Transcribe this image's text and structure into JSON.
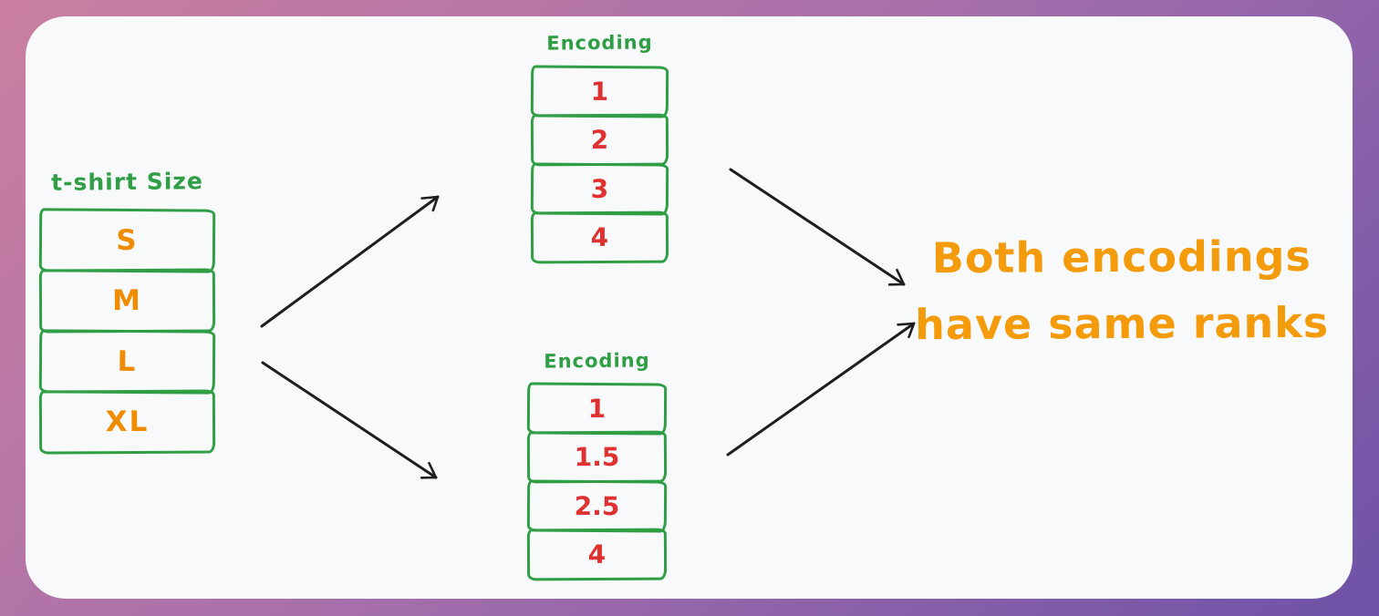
{
  "diagram": {
    "source_stack": {
      "title": "t-shirt Size",
      "items": [
        "S",
        "M",
        "L",
        "XL"
      ]
    },
    "encoding_top": {
      "title": "Encoding",
      "items": [
        "1",
        "2",
        "3",
        "4"
      ]
    },
    "encoding_bottom": {
      "title": "Encoding",
      "items": [
        "1",
        "1.5",
        "2.5",
        "4"
      ]
    },
    "conclusion": {
      "line1": "Both encodings",
      "line2": "have same ranks"
    },
    "colors": {
      "box_border_green": "#2f9e44",
      "label_orange": "#f08c00",
      "conclusion_orange": "#f49b0b",
      "number_red": "#e03131",
      "arrow_ink": "#1e1e1e",
      "canvas_bg": "#f8f9fb",
      "frame_gradient_start": "#ca7fa0",
      "frame_gradient_end": "#6e52a7"
    }
  }
}
